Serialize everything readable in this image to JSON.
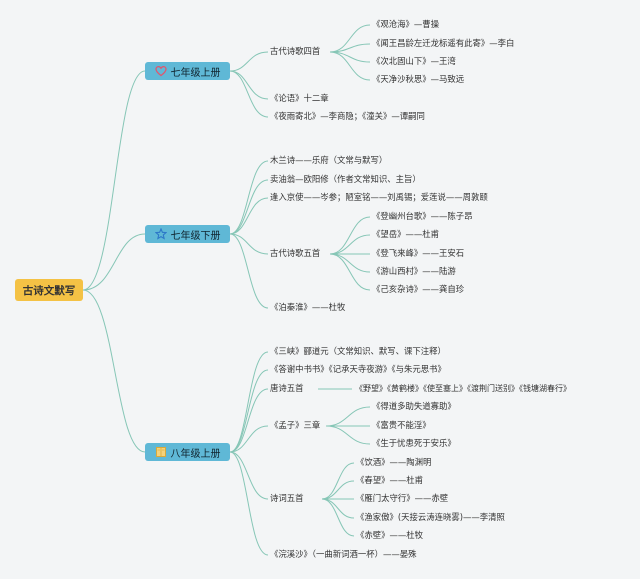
{
  "root": {
    "label": "古诗文默写"
  },
  "branches": [
    {
      "label": "七年级上册",
      "icon": "heart-icon",
      "groups": [
        {
          "label": "古代诗歌四首",
          "items": [
            "《观沧海》—曹操",
            "《闻王昌龄左迁龙标遥有此寄》—李白",
            "《次北固山下》—王湾",
            "《天净沙秋思》—马致远"
          ]
        }
      ],
      "items": [
        "《论语》十二章",
        "《夜雨寄北》—李商隐；《潼关》—谭嗣同"
      ]
    },
    {
      "label": "七年级下册",
      "icon": "star-icon",
      "items_before": [
        "木兰诗——乐府（文常与默写）",
        "卖油翁—欧阳修（作者文常知识、主旨）",
        "逢入京使——岑参；陋室铭——刘禹锡；爱莲说——周敦颐"
      ],
      "groups": [
        {
          "label": "古代诗歌五首",
          "items": [
            "《登幽州台歌》——陈子昂",
            "《望岳》——杜甫",
            "《登飞来峰》——王安石",
            "《游山西村》——陆游",
            "《己亥杂诗》——龚自珍"
          ]
        }
      ],
      "items": [
        "《泊秦淮》——杜牧"
      ]
    },
    {
      "label": "八年级上册",
      "icon": "book-icon",
      "items_before": [
        "《三峡》郦道元（文常知识、默写、课下注释）",
        "《答谢中书书》《记承天寺夜游》《与朱元思书》"
      ],
      "tang": {
        "label": "唐诗五首",
        "text": "《野望》《黄鹤楼》《使至塞上》《渡荆门送别》《钱塘湖春行》"
      },
      "groups": [
        {
          "label": "《孟子》三章",
          "items": [
            "《得道多助失道寡助》",
            "《富贵不能淫》",
            "《生于忧患死于安乐》"
          ]
        },
        {
          "label": "诗词五首",
          "items": [
            "《饮酒》——陶渊明",
            "《春望》——杜甫",
            "《雁门太守行》——赤壁",
            "《渔家傲》(天接云涛连晓雾)——李清照",
            "《赤壁》——杜牧"
          ]
        }
      ],
      "items": [
        "《浣溪沙》（一曲新词酒一杯）——晏殊"
      ]
    }
  ],
  "colors": {
    "link": "#86c6b6",
    "root_fill": "#f4c245",
    "branch_fill": "#5fb8d6",
    "heart": "#e0566e",
    "star": "#2d78c8",
    "book": "#d8a93a"
  }
}
